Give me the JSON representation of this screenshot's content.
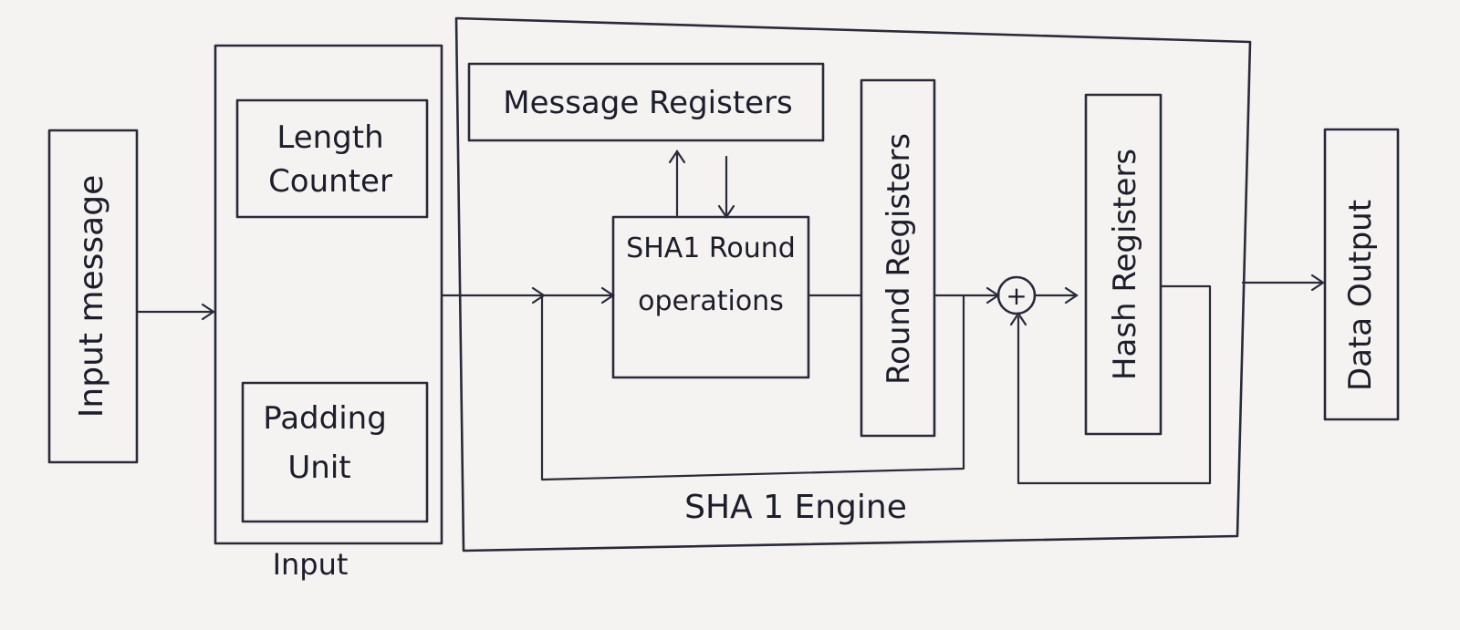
{
  "diagram": {
    "input_message": "Input message",
    "input_block": {
      "length_counter_line1": "Length",
      "length_counter_line2": "Counter",
      "padding_unit_line1": "Padding",
      "padding_unit_line2": "Unit",
      "caption": "Input"
    },
    "engine": {
      "message_registers": "Message Registers",
      "round_ops_line1": "SHA1 Round",
      "round_ops_line2": "operations",
      "round_registers": "Round Registers",
      "adder_symbol": "+",
      "hash_registers": "Hash Registers",
      "caption": "SHA 1 Engine"
    },
    "data_output": "Data Output"
  },
  "colors": {
    "ink": "#2a2a3a",
    "paper": "#f4f3f1"
  }
}
